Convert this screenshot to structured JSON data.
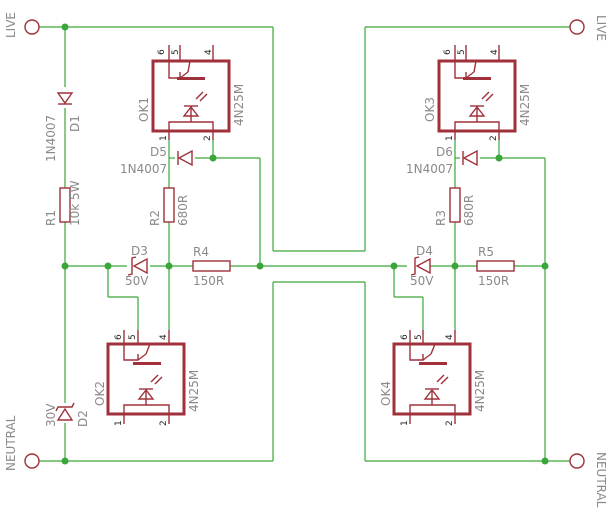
{
  "terminals": {
    "live_left": "LIVE",
    "live_right": "LIVE",
    "neutral_left": "NEUTRAL",
    "neutral_right": "NEUTRAL"
  },
  "colors": {
    "wire": "#3aa63a",
    "part": "#a0303a",
    "label": "#8a8a8a"
  },
  "parts": {
    "d1": {
      "name": "D1",
      "value": "1N4007"
    },
    "r1": {
      "name": "R1",
      "value": "10k 5W"
    },
    "d2": {
      "name": "D2",
      "value": "30V"
    },
    "d3": {
      "name": "D3",
      "value": "50V"
    },
    "r4": {
      "name": "R4",
      "value": "150R"
    },
    "d4": {
      "name": "D4",
      "value": "50V"
    },
    "r5": {
      "name": "R5",
      "value": "150R"
    },
    "d5": {
      "name": "D5",
      "value": "1N4007"
    },
    "r2": {
      "name": "R2",
      "value": "680R"
    },
    "d6": {
      "name": "D6",
      "value": "1N4007"
    },
    "r3": {
      "name": "R3",
      "value": "680R"
    },
    "ok1": {
      "name": "OK1",
      "value": "4N25M",
      "pins": [
        "6",
        "5",
        "4",
        "1",
        "2"
      ]
    },
    "ok2": {
      "name": "OK2",
      "value": "4N25M",
      "pins": [
        "6",
        "5",
        "4",
        "1",
        "2"
      ]
    },
    "ok3": {
      "name": "OK3",
      "value": "4N25M",
      "pins": [
        "6",
        "5",
        "4",
        "1",
        "2"
      ]
    },
    "ok4": {
      "name": "OK4",
      "value": "4N25M",
      "pins": [
        "6",
        "5",
        "4",
        "1",
        "2"
      ]
    }
  }
}
